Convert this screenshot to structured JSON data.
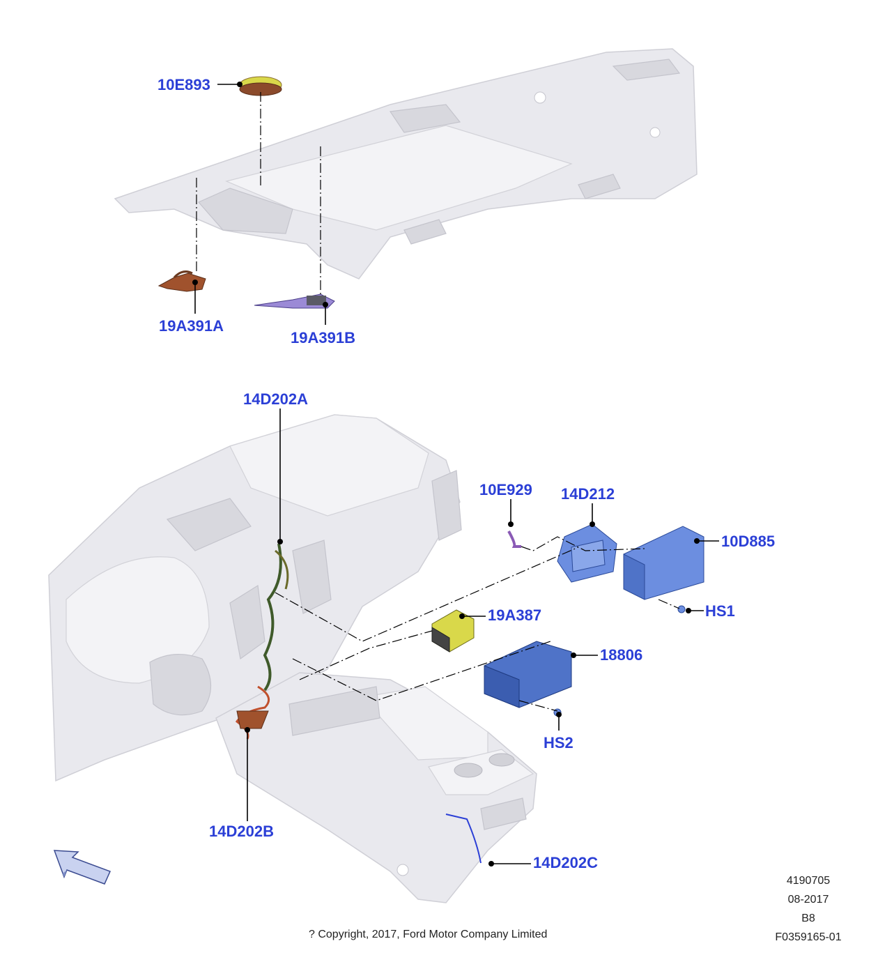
{
  "callouts": {
    "c10E893": "10E893",
    "c19A391A": "19A391A",
    "c19A391B": "19A391B",
    "c14D202A": "14D202A",
    "c10E929": "10E929",
    "c14D212": "14D212",
    "c10D885": "10D885",
    "cHS1": "HS1",
    "c19A387": "19A387",
    "c18806": "18806",
    "cHS2": "HS2",
    "c14D202B": "14D202B",
    "c14D202C": "14D202C"
  },
  "footer": {
    "ref_number": "4190705",
    "date": "08-2017",
    "revision": "B8",
    "figure_id": "F0359165-01",
    "copyright": "? Copyright, 2017, Ford Motor Company Limited"
  },
  "colors": {
    "callout": "#2b3fd6",
    "module_blue": "#4f73c8",
    "switch_yellow": "#d9d84a",
    "harness_copper": "#a0522d"
  },
  "icons": {
    "orientation": "direction-arrow-icon"
  }
}
